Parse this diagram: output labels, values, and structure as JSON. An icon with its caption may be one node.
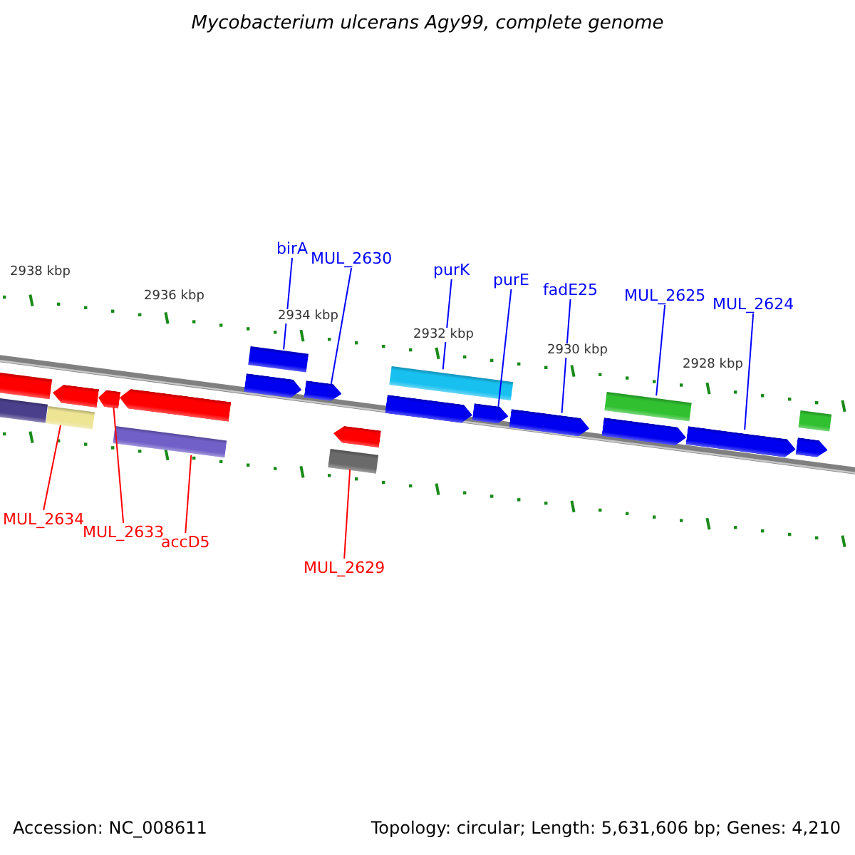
{
  "diagram": {
    "title": "Mycobacterium ulcerans Agy99, complete genome",
    "nodes": [
      {
        "text": [],
        "shape": "box"
      },
      {
        "text": [],
        "shape": "pentagon"
      },
      {
        "text": [],
        "shape": "pentagon"
      },
      {
        "text": [],
        "shape": "pentagon"
      },
      {
        "text": [],
        "shape": "pentagon"
      },
      {
        "text": [],
        "shape": "box"
      },
      {
        "text": [],
        "shape": "box"
      },
      {
        "text": [],
        "shape": "box"
      },
      {
        "text": [],
        "shape": "box"
      },
      {
        "text": [],
        "shape": "pentagon"
      },
      {
        "text": [],
        "shape": "pentagon"
      },
      {
        "text": [],
        "shape": "pentagon"
      },
      {
        "text": [],
        "shape": "pentagon"
      },
      {
        "text": [],
        "shape": "pentagon"
      },
      {
        "text": [],
        "shape": "pentagon"
      },
      {
        "text": [],
        "shape": "pentagon"
      },
      {
        "text": [],
        "shape": "pentagon"
      },
      {
        "text": [],
        "shape": "box"
      },
      {
        "text": [],
        "shape": "box"
      },
      {
        "text": [],
        "shape": "box"
      },
      {
        "text": [],
        "shape": "box"
      },
      {
        "text": [
          "birA"
        ]
      },
      {
        "text": [
          "MUL_2630"
        ]
      },
      {
        "text": [
          "purK"
        ]
      },
      {
        "text": [
          "purE"
        ]
      },
      {
        "text": [
          "fadE25"
        ]
      },
      {
        "text": [
          "MUL_2625"
        ]
      },
      {
        "text": [
          "MUL_2624"
        ]
      },
      {
        "text": [
          "MUL_2634"
        ]
      },
      {
        "text": [
          "MUL_2633"
        ]
      },
      {
        "text": [
          "accD5"
        ]
      },
      {
        "text": [
          "MUL_2629"
        ]
      }
    ],
    "edges": [
      {
        "from": 21,
        "to": 17,
        "arrow": "none"
      },
      {
        "from": 22,
        "to": 10,
        "arrow": "none"
      },
      {
        "from": 23,
        "to": 18,
        "arrow": "none"
      },
      {
        "from": 24,
        "to": 12,
        "arrow": "none"
      },
      {
        "from": 25,
        "to": 13,
        "arrow": "none"
      },
      {
        "from": 26,
        "to": 19,
        "arrow": "none"
      },
      {
        "from": 27,
        "to": 15,
        "arrow": "none"
      },
      {
        "from": 28,
        "to": 6,
        "arrow": "none",
        "color": "#ff0000"
      },
      {
        "from": 29,
        "to": 2,
        "arrow": "none",
        "color": "#ff0000"
      },
      {
        "from": 30,
        "to": 7,
        "arrow": "none",
        "color": "#ff0000"
      },
      {
        "from": 31,
        "to": 8,
        "arrow": "none",
        "color": "#ff0000"
      }
    ],
    "labels": [
      "2938 kbp",
      "2936 kbp",
      "2934 kbp",
      "2932 kbp",
      "2930 kbp",
      "2928 kbp",
      "Accession: NC_008611",
      "Topology: circular; Length: 5,631,606 bp; Genes: 4,210"
    ]
  }
}
